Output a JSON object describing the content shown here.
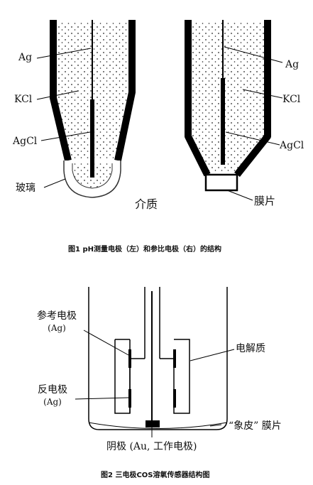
{
  "figure1": {
    "left": {
      "ag": "Ag",
      "kcl": "KCl",
      "agcl": "AgCl",
      "glass": "玻璃"
    },
    "medium": "介质",
    "right": {
      "ag": "Ag",
      "kcl": "KCl",
      "agcl": "AgCl",
      "membrane": "膜片"
    },
    "caption": "图1  pH测量电极（左）和参比电极（右）的结构"
  },
  "figure2": {
    "ref_electrode": "参考电极",
    "ref_electrode_mat": "(Ag)",
    "counter_electrode": "反电极",
    "counter_electrode_mat": "(Ag)",
    "electrolyte": "电解质",
    "membrane": "“象皮” 膜片",
    "cathode": "阴极 (Au, 工作电极)",
    "caption": "图2  三电极COS溶氧传感器结构图"
  }
}
